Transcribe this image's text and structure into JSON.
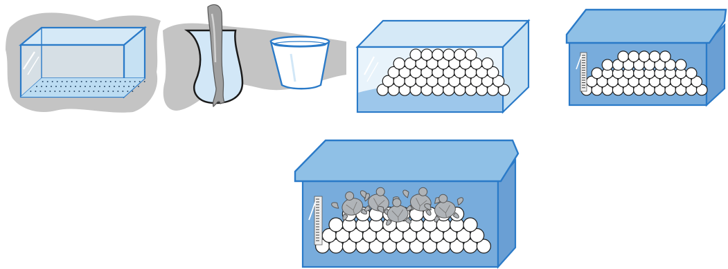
{
  "figure": {
    "steps": [
      {
        "id": "empty-box"
      },
      {
        "id": "dig-nest"
      },
      {
        "id": "box-with-eggs"
      },
      {
        "id": "covered-box"
      },
      {
        "id": "hatchlings"
      }
    ]
  },
  "colors": {
    "box_outline": "#2a7ac8",
    "box_fill": "#bcdcf2",
    "box_fill_dark": "#78acdc",
    "lid": "#8fc0e6",
    "water": "#9dc7eb",
    "sand": "#c4c4c4",
    "egg": "#ffffff",
    "egg_outline": "#1a1a1a",
    "arm": "#a0a0a0",
    "hatchling": "#b0b4b8",
    "thermometer": "#eeeeee"
  },
  "icons": [
    "glass-box-icon",
    "arm-digging-icon",
    "bucket-icon",
    "egg-icon",
    "hatchling-turtle-icon",
    "thermometer-icon"
  ]
}
